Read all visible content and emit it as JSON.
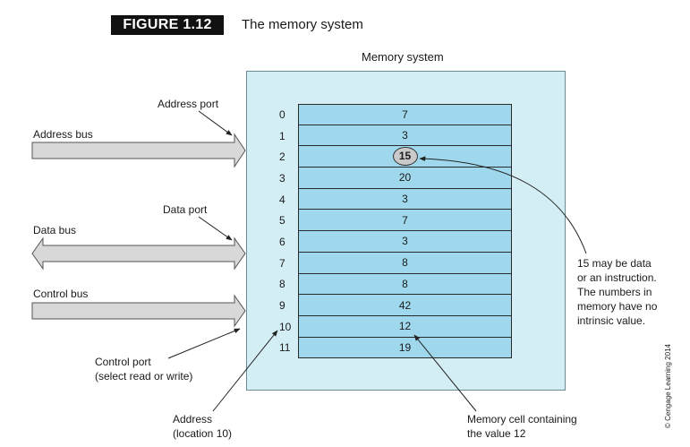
{
  "header": {
    "figure_label": "FIGURE 1.12",
    "figure_title": "The memory system"
  },
  "memory": {
    "title": "Memory system",
    "cells": [
      {
        "address": "0",
        "value": "7"
      },
      {
        "address": "1",
        "value": "3"
      },
      {
        "address": "2",
        "value": "15",
        "highlighted": true
      },
      {
        "address": "3",
        "value": "20"
      },
      {
        "address": "4",
        "value": "3"
      },
      {
        "address": "5",
        "value": "7"
      },
      {
        "address": "6",
        "value": "3"
      },
      {
        "address": "7",
        "value": "8"
      },
      {
        "address": "8",
        "value": "8"
      },
      {
        "address": "9",
        "value": "42"
      },
      {
        "address": "10",
        "value": "12"
      },
      {
        "address": "11",
        "value": "19"
      }
    ]
  },
  "buses": {
    "address_bus": "Address bus",
    "data_bus": "Data bus",
    "control_bus": "Control bus"
  },
  "ports": {
    "address_port": "Address port",
    "data_port": "Data port",
    "control_port_line1": "Control port",
    "control_port_line2": "(select read or write)"
  },
  "annotations": {
    "address_line1": "Address",
    "address_line2": "(location 10)",
    "cell_line1": "Memory cell containing",
    "cell_line2": "the value 12",
    "note_lines": [
      "15 may be data",
      "or an instruction.",
      "The numbers in",
      "memory have no",
      "intrinsic value."
    ]
  },
  "credit": "© Cengage Learning 2014",
  "colors": {
    "panel": "#d4eef5",
    "cell": "#9fd8ec",
    "arrow_fill": "#d8d8d8"
  }
}
